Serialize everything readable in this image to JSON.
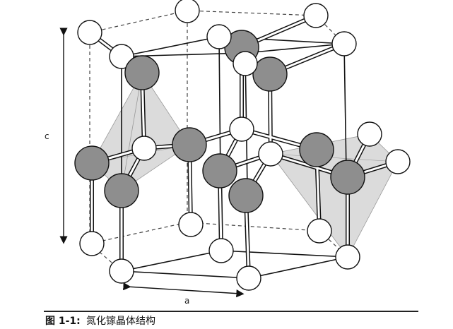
{
  "figure": {
    "caption_label": "图 1-1:",
    "caption_text": "氮化镓晶体结构",
    "axis_c_label": "c",
    "axis_a_label": "a"
  },
  "colors": {
    "gallium_atom": "#8e8e8e",
    "nitrogen_atom": "#ffffff",
    "tetrahedron_fill": "#c8c8c8",
    "cell_edge": "#111111",
    "dashed_edge": "#444444"
  }
}
